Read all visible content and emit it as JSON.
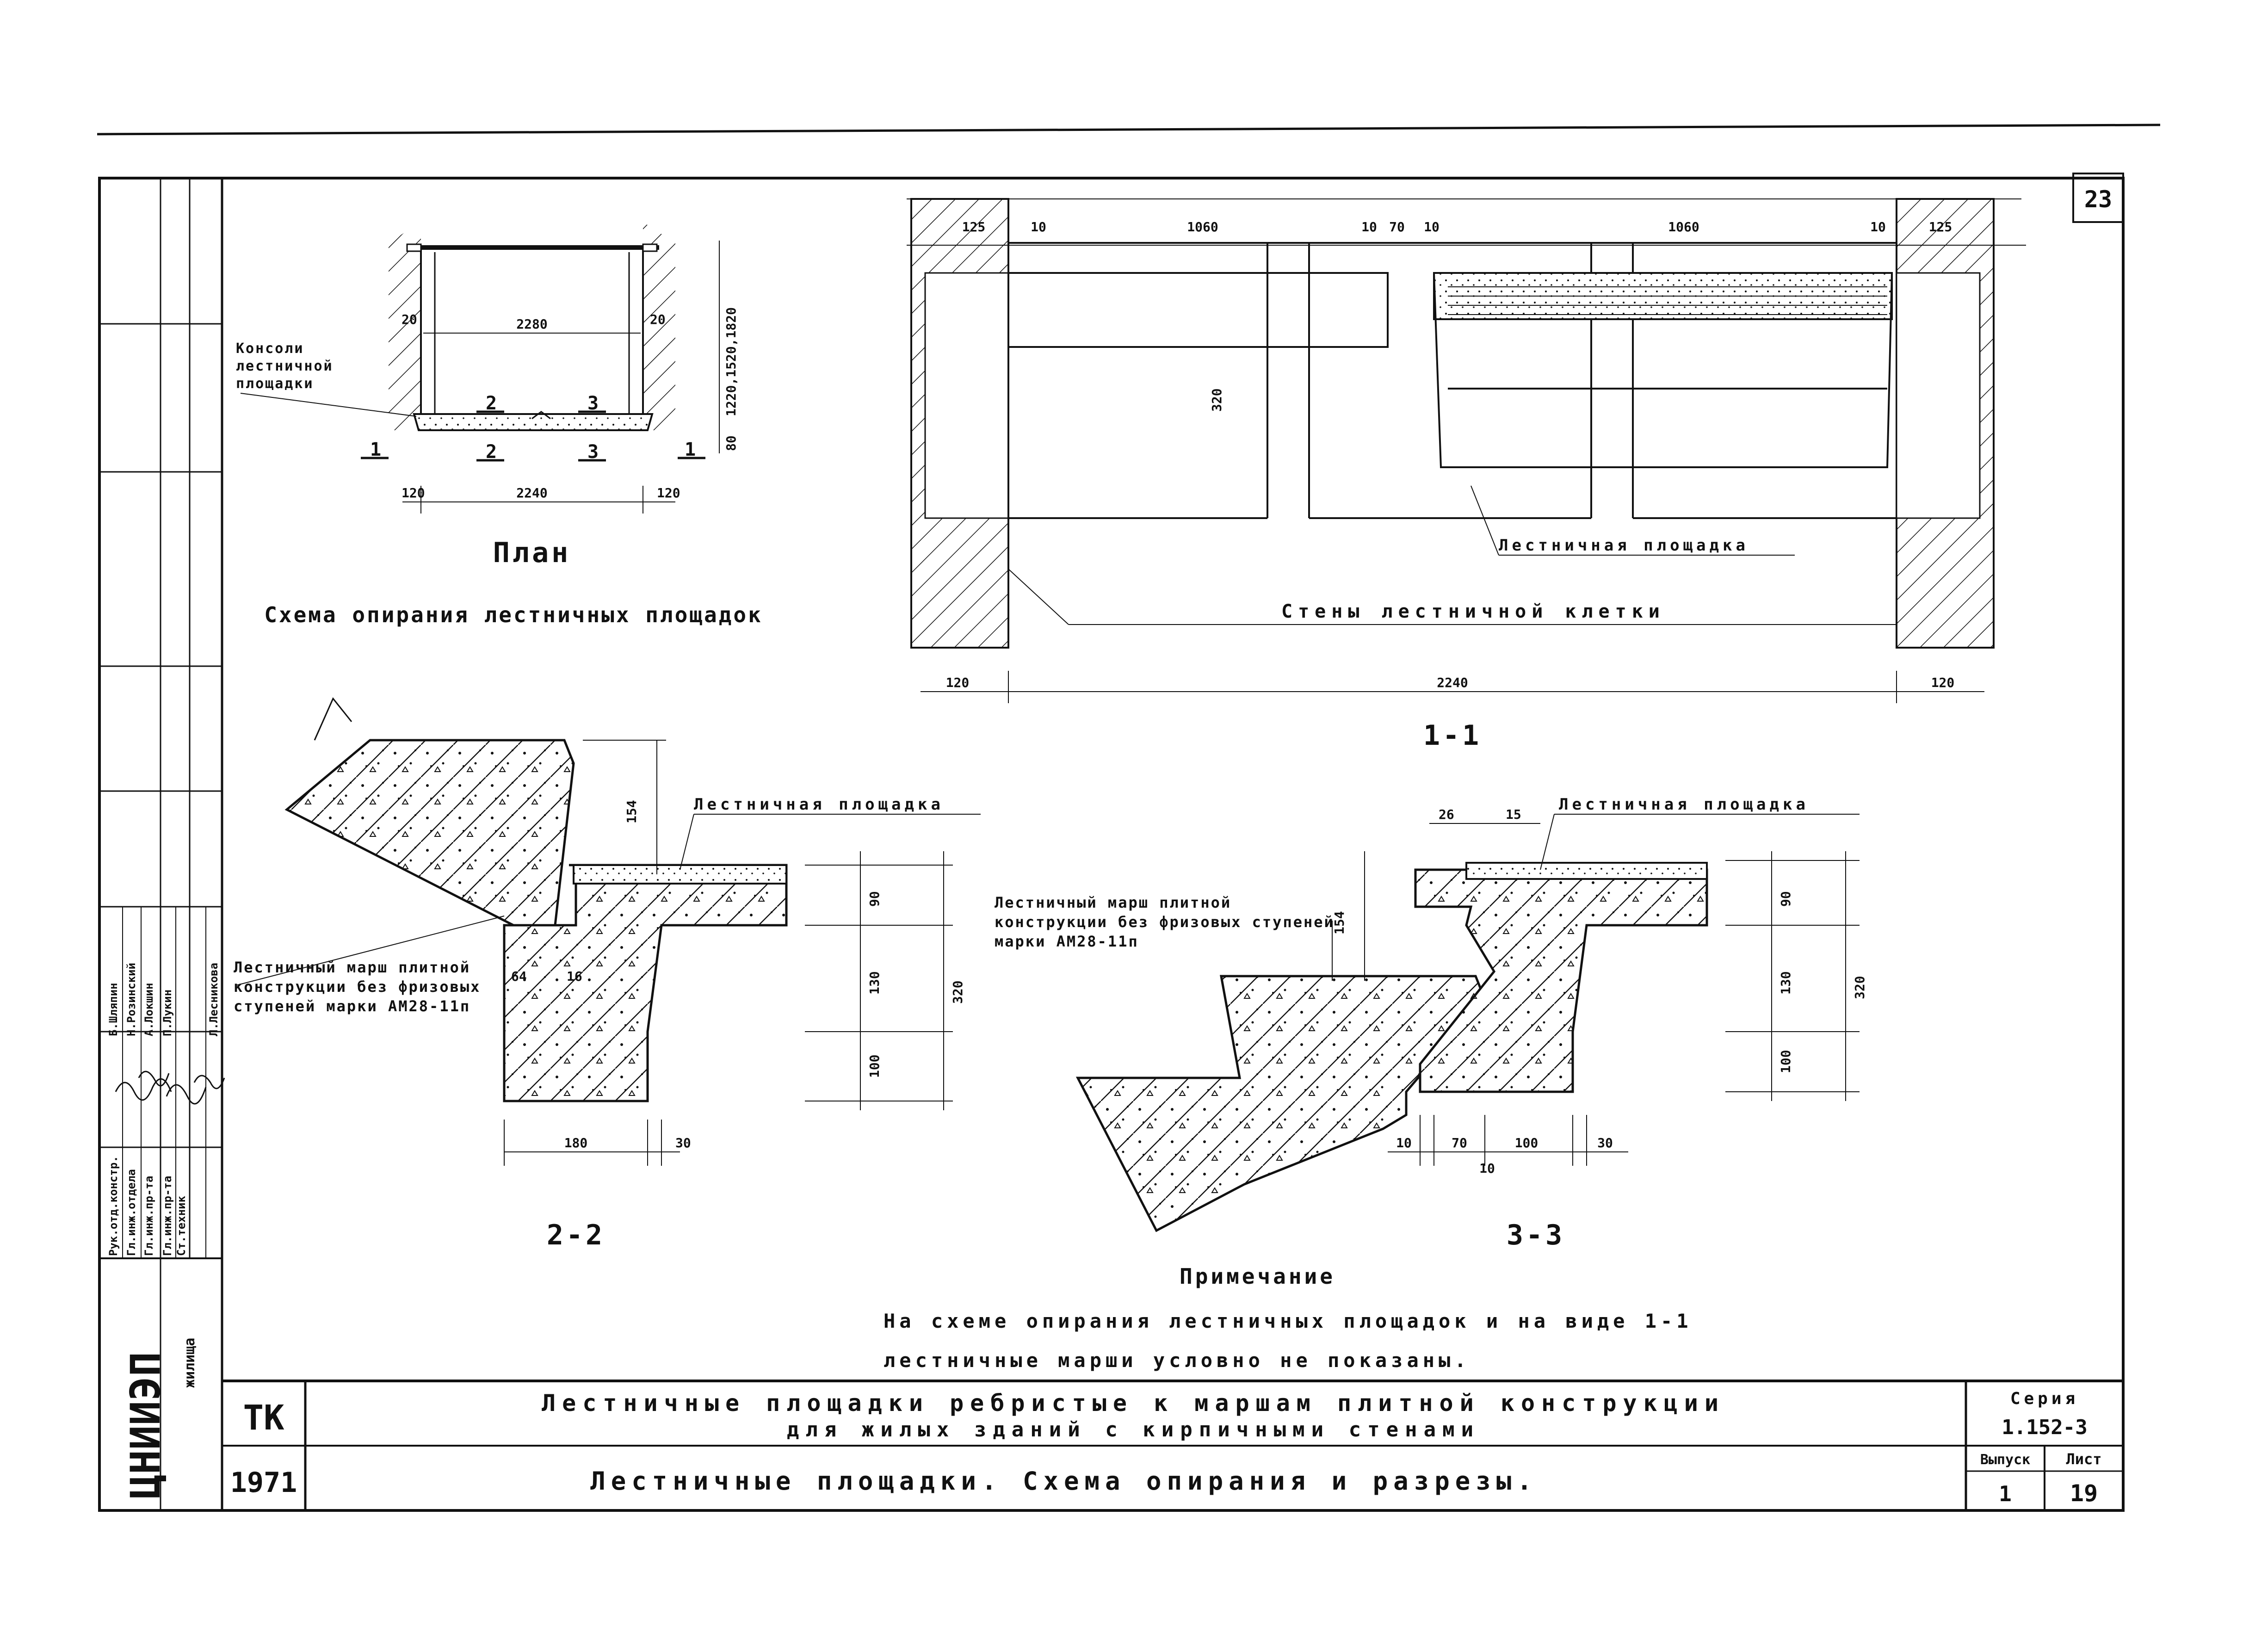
{
  "sheet": {
    "sheet_number": "23",
    "stamp_org": "ЦНИИЭП",
    "stamp_org2": "жилища",
    "stamp_code": "ТК",
    "stamp_year": "1971",
    "title_line1": "Лестничные площадки ребристые к маршам плитной конструкции",
    "title_line2": "для жилых зданий с кирпичными стенами",
    "title_line3": "Лестничные площадки. Схема опирания и разрезы.",
    "series_label": "Серия",
    "series_value": "1.152-3",
    "issue_label": "Выпуск",
    "issue_value": "1",
    "sheet_label": "Лист",
    "sheet_value": "19"
  },
  "staff": {
    "roles": [
      "Рук.отд.констр.",
      "Гл.инж.отдела",
      "Гл.инж.пр-та",
      "Гл.инж.пр-та",
      "Ст.техник"
    ],
    "names": [
      "Б.Шляпин",
      "Н.Розинский",
      "А.Локшин",
      "П.Лукин",
      "Л.Лесникова"
    ]
  },
  "plan": {
    "label_console": "Консоли лестничной площадки",
    "dim_inner_width": "2280",
    "dim_wall_left": "20",
    "dim_wall_right": "20",
    "dim_side": "1220,1520,1820",
    "dim_80": "80",
    "dim_total": "2240",
    "dim_left_120": "120",
    "dim_right_120": "120",
    "mark_1": "1",
    "mark_2": "2",
    "mark_3": "3",
    "title": "План",
    "caption": "Схема опирания лестничных площадок"
  },
  "section_1_1": {
    "dims_top": [
      "125",
      "10",
      "1060",
      "10",
      "70",
      "10",
      "1060",
      "10",
      "125"
    ],
    "dim_height": "320",
    "label_landing": "Лестничная площадка",
    "label_walls": "Стены лестничной клетки",
    "dim_bottom_left": "120",
    "dim_bottom_total": "2240",
    "dim_bottom_right": "120",
    "title": "1-1"
  },
  "section_2_2": {
    "label_landing": "Лестничная площадка",
    "label_flight": "Лестничный марш плитной конструкции без фризовых ступеней марки АМ28-11п",
    "dim_154": "154",
    "dim_90": "90",
    "dim_130": "130",
    "dim_100": "100",
    "dim_320": "320",
    "dim_64": "64",
    "dim_16": "16",
    "dim_180": "180",
    "dim_30": "30",
    "title": "2-2"
  },
  "section_3_3": {
    "label_landing": "Лестничная площадка",
    "label_flight": "Лестничный марш плитной конструкции без фризовых ступеней марки АМ28-11п",
    "dim_26": "26",
    "dim_15": "15",
    "dim_154": "154",
    "dim_90": "90",
    "dim_130": "130",
    "dim_100": "100",
    "dim_320": "320",
    "dims_bottom": [
      "10",
      "70",
      "100",
      "30"
    ],
    "dim_10b": "10",
    "title": "3-3"
  },
  "note": {
    "heading": "Примечание",
    "line1": "На схеме опирания лестничных площадок и на виде 1-1",
    "line2": "лестничные марши условно не показаны."
  }
}
